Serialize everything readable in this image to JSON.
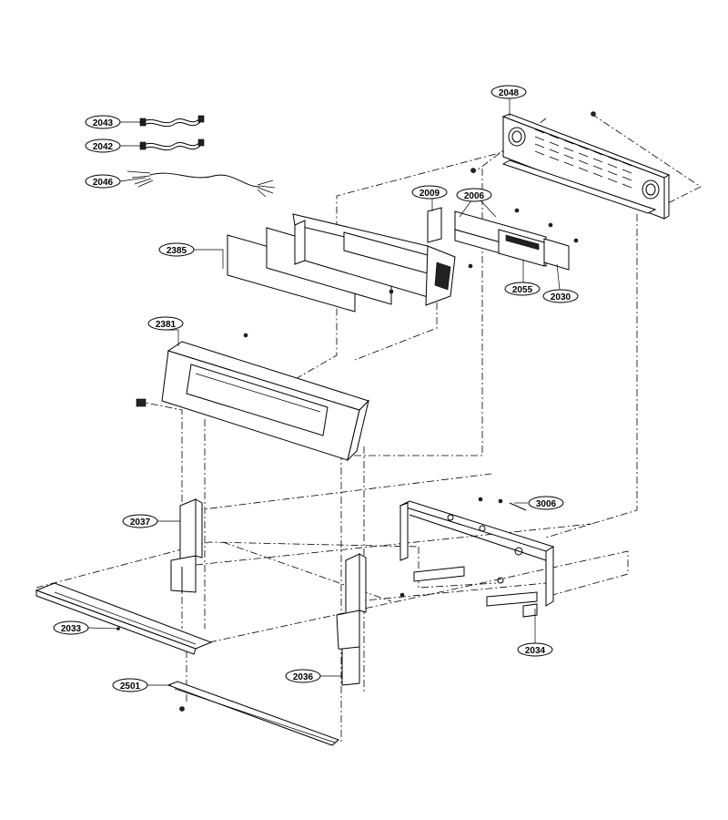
{
  "diagram": {
    "labels": {
      "p2048": "2048",
      "p2043": "2043",
      "p2042": "2042",
      "p2046": "2046",
      "p2009": "2009",
      "p2006": "2006",
      "p2385": "2385",
      "p2055": "2055",
      "p2030": "2030",
      "p2381": "2381",
      "p3006": "3006",
      "p2037": "2037",
      "p2033": "2033",
      "p2034": "2034",
      "p2036": "2036",
      "p2501": "2501"
    }
  }
}
